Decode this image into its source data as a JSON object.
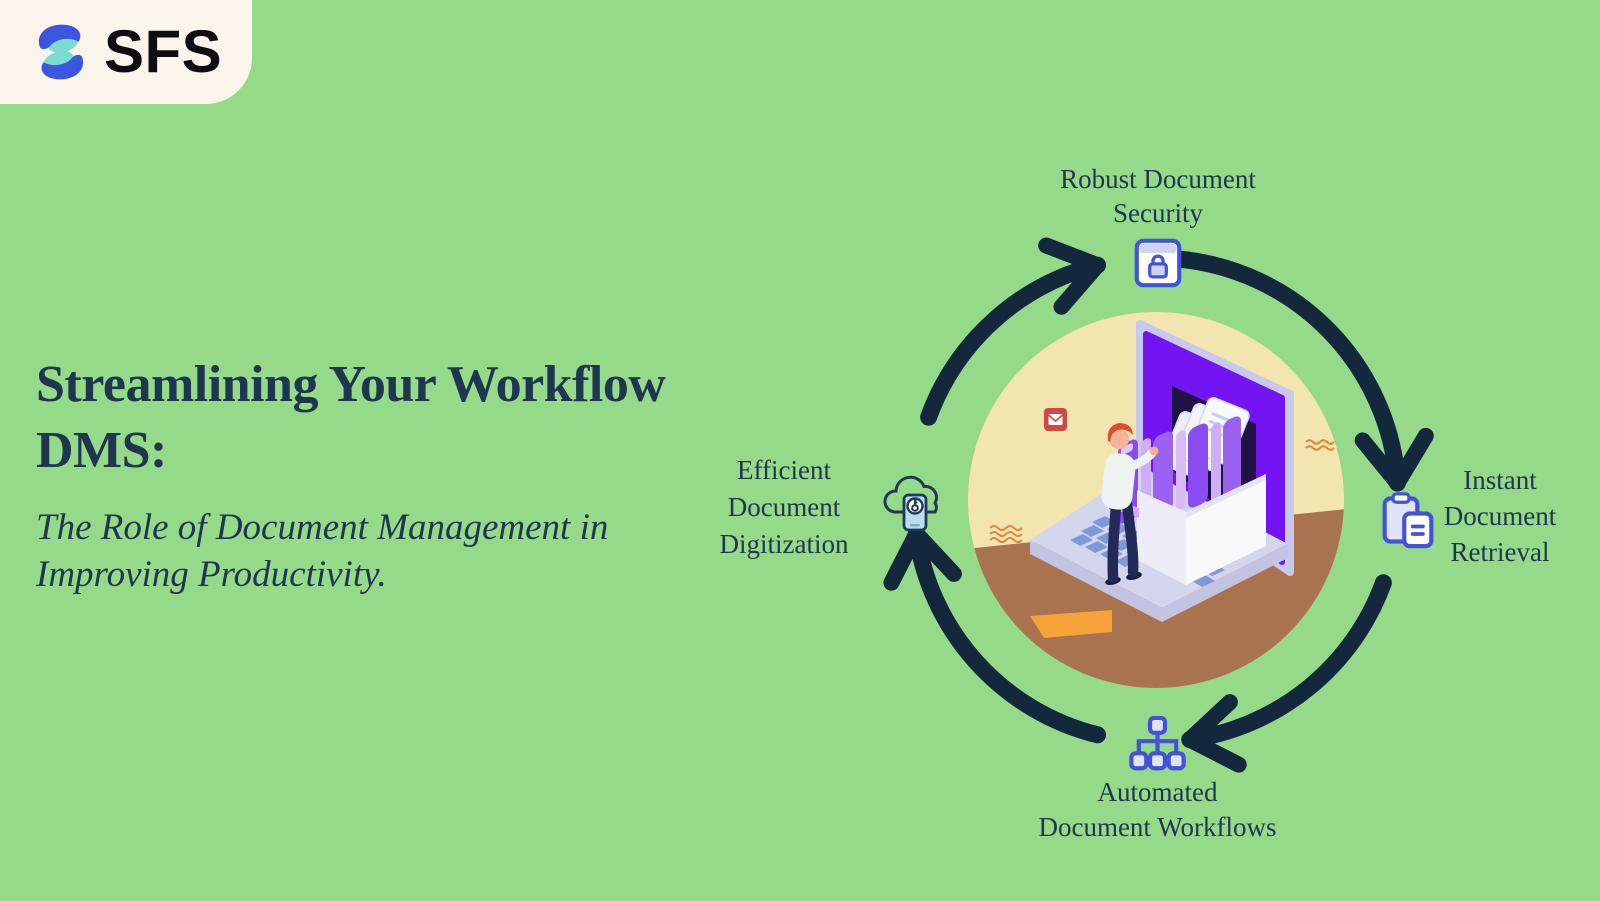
{
  "colors": {
    "background_green": "#94da88",
    "text_navy": "#1f3650",
    "arrow_navy": "#13273d",
    "icon_blue": "#4352d8",
    "logo_card_cream": "#fbf5ec",
    "logo_mark_blue": "#3c56e0",
    "logo_mark_teal": "#7adbd0",
    "scene_wall_cream": "#f3e5b0",
    "scene_floor_brown": "#aa7350",
    "scene_screen_purple": "#7315f2",
    "scene_accent_orange": "#f5a238"
  },
  "logo": {
    "text": "SFS"
  },
  "headline": {
    "title_lines": [
      "Streamlining Your Workflow",
      "DMS:"
    ],
    "subtitle_lines": [
      "The Role of Document Management in",
      "Improving Productivity."
    ]
  },
  "cycle": {
    "nodes": [
      {
        "id": "robust-document-security",
        "icon": "lock-window-icon",
        "lines": [
          "Robust Document",
          "Security"
        ]
      },
      {
        "id": "instant-document-retrieval",
        "icon": "clipboard-document-icon",
        "lines": [
          "Instant",
          "Document",
          "Retrieval"
        ]
      },
      {
        "id": "automated-document-workflows",
        "icon": "workflow-hierarchy-icon",
        "lines": [
          "Automated",
          "Document Workflows"
        ]
      },
      {
        "id": "efficient-document-digitization",
        "icon": "cloud-digitization-icon",
        "lines": [
          "Efficient",
          "Document",
          "Digitization"
        ]
      }
    ]
  }
}
